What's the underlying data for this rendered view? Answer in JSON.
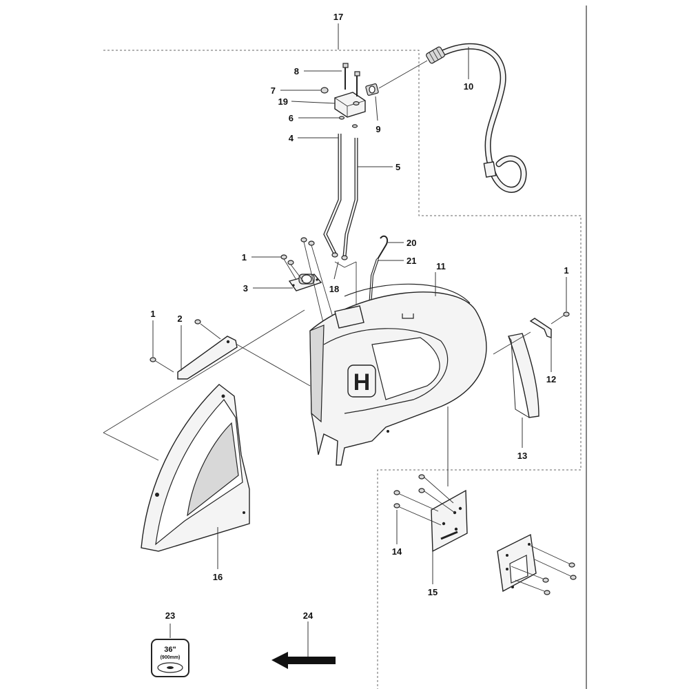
{
  "callouts": {
    "c1a": "1",
    "c1b": "1",
    "c1c": "1",
    "c2": "2",
    "c3": "3",
    "c4": "4",
    "c5": "5",
    "c6": "6",
    "c7": "7",
    "c8": "8",
    "c9": "9",
    "c10": "10",
    "c11": "11",
    "c12": "12",
    "c13": "13",
    "c14": "14",
    "c15": "15",
    "c16": "16",
    "c17": "17",
    "c18": "18",
    "c19": "19",
    "c20": "20",
    "c21": "21",
    "c23": "23",
    "c24": "24"
  },
  "decal": {
    "size": "36\"",
    "size_mm": "(900mm)"
  },
  "logo_letter": "H"
}
